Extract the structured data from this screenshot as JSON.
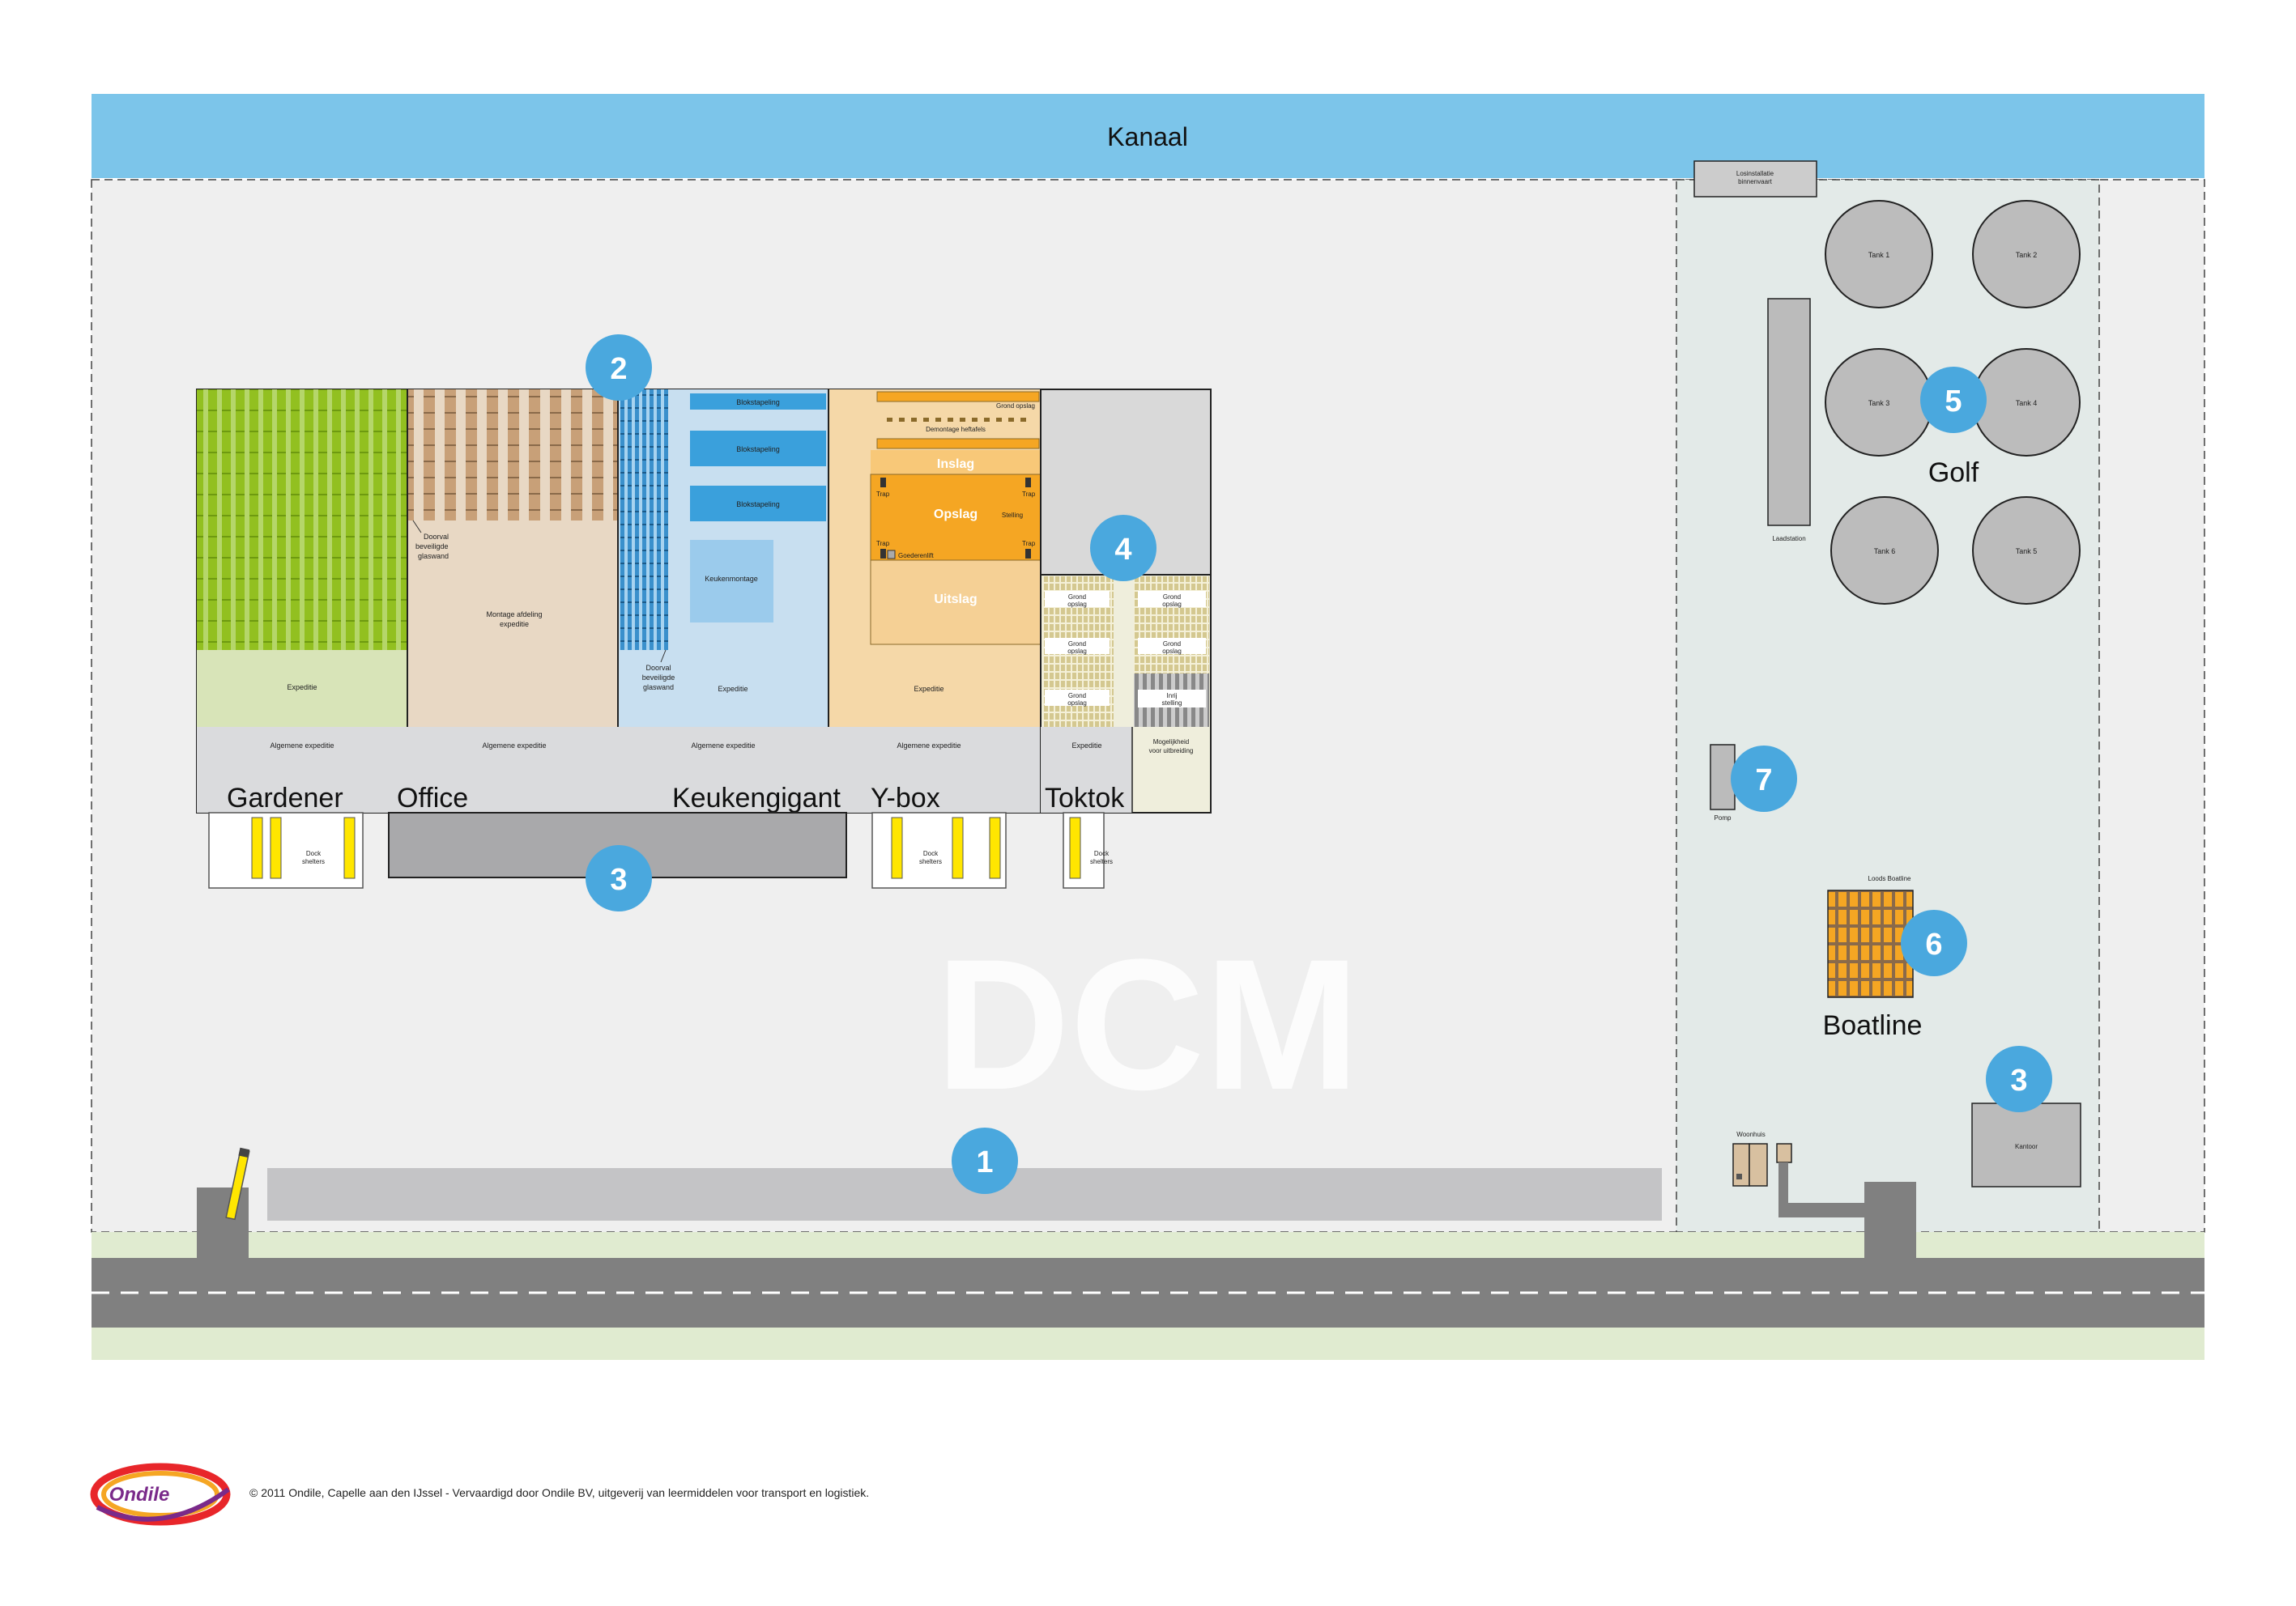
{
  "map": {
    "canal": "Kanaal",
    "watermark": "DCM",
    "company_labels": {
      "gardener": "Gardener",
      "office": "Office",
      "keukengigant": "Keukengigant",
      "ybox": "Y-box",
      "toktok": "Toktok",
      "golf": "Golf",
      "boatline": "Boatline"
    },
    "badges": {
      "b1": "1",
      "b2": "2",
      "b3a": "3",
      "b3b": "3",
      "b4": "4",
      "b5": "5",
      "b6": "6",
      "b7": "7"
    },
    "areas": {
      "algemene_expeditie": "Algemene expeditie",
      "expeditie": "Expeditie",
      "doorval": [
        "Doorval",
        "beveiligde",
        "glaswand"
      ],
      "montage_afdeling": [
        "Montage afdeling",
        "expeditie"
      ],
      "blokstapeling": "Blokstapeling",
      "keukenmontage": "Keukenmontage",
      "grond_opslag": "Grond opslag",
      "grond_opslag_split": [
        "Grond",
        "opslag"
      ],
      "demontage_heftafels": "Demontage heftafels",
      "inslag": "Inslag",
      "opslag": "Opslag",
      "stelling": "Stelling",
      "uitslag": "Uitslag",
      "trap": "Trap",
      "goederenlift": "Goederenlift",
      "inrij_stelling": [
        "Inrij",
        "stelling"
      ],
      "mogelijkheid_uitbreiding": [
        "Mogelijkheid",
        "voor uitbreiding"
      ],
      "dock_shelters": [
        "Dock",
        "shelters"
      ],
      "losinstallatie": [
        "Losinstallatie",
        "binnenvaart"
      ],
      "laadstation": "Laadstation",
      "pomp": "Pomp",
      "loods_boatline": "Loods Boatline",
      "woonhuis": "Woonhuis",
      "kantoor": "Kantoor"
    },
    "tanks": [
      "Tank 1",
      "Tank 2",
      "Tank 3",
      "Tank 4",
      "Tank 6",
      "Tank 5"
    ]
  },
  "footer": {
    "logo_text": "Ondile",
    "copyright": "© 2011 Ondile, Capelle aan den IJssel - Vervaardigd door Ondile BV, uitgeverij van leermiddelen voor transport en logistiek."
  },
  "colors": {
    "canal": "#7cc5ea",
    "terrain": "#efefef",
    "badge": "#4aa8de",
    "road": "#808080",
    "grass": "#e0ebd0",
    "gardener": "#92c020",
    "office": "#c8a078",
    "keuken": "#c8dff0",
    "ybox": "#f5d8a8",
    "ybox_opslag": "#f5a623"
  }
}
